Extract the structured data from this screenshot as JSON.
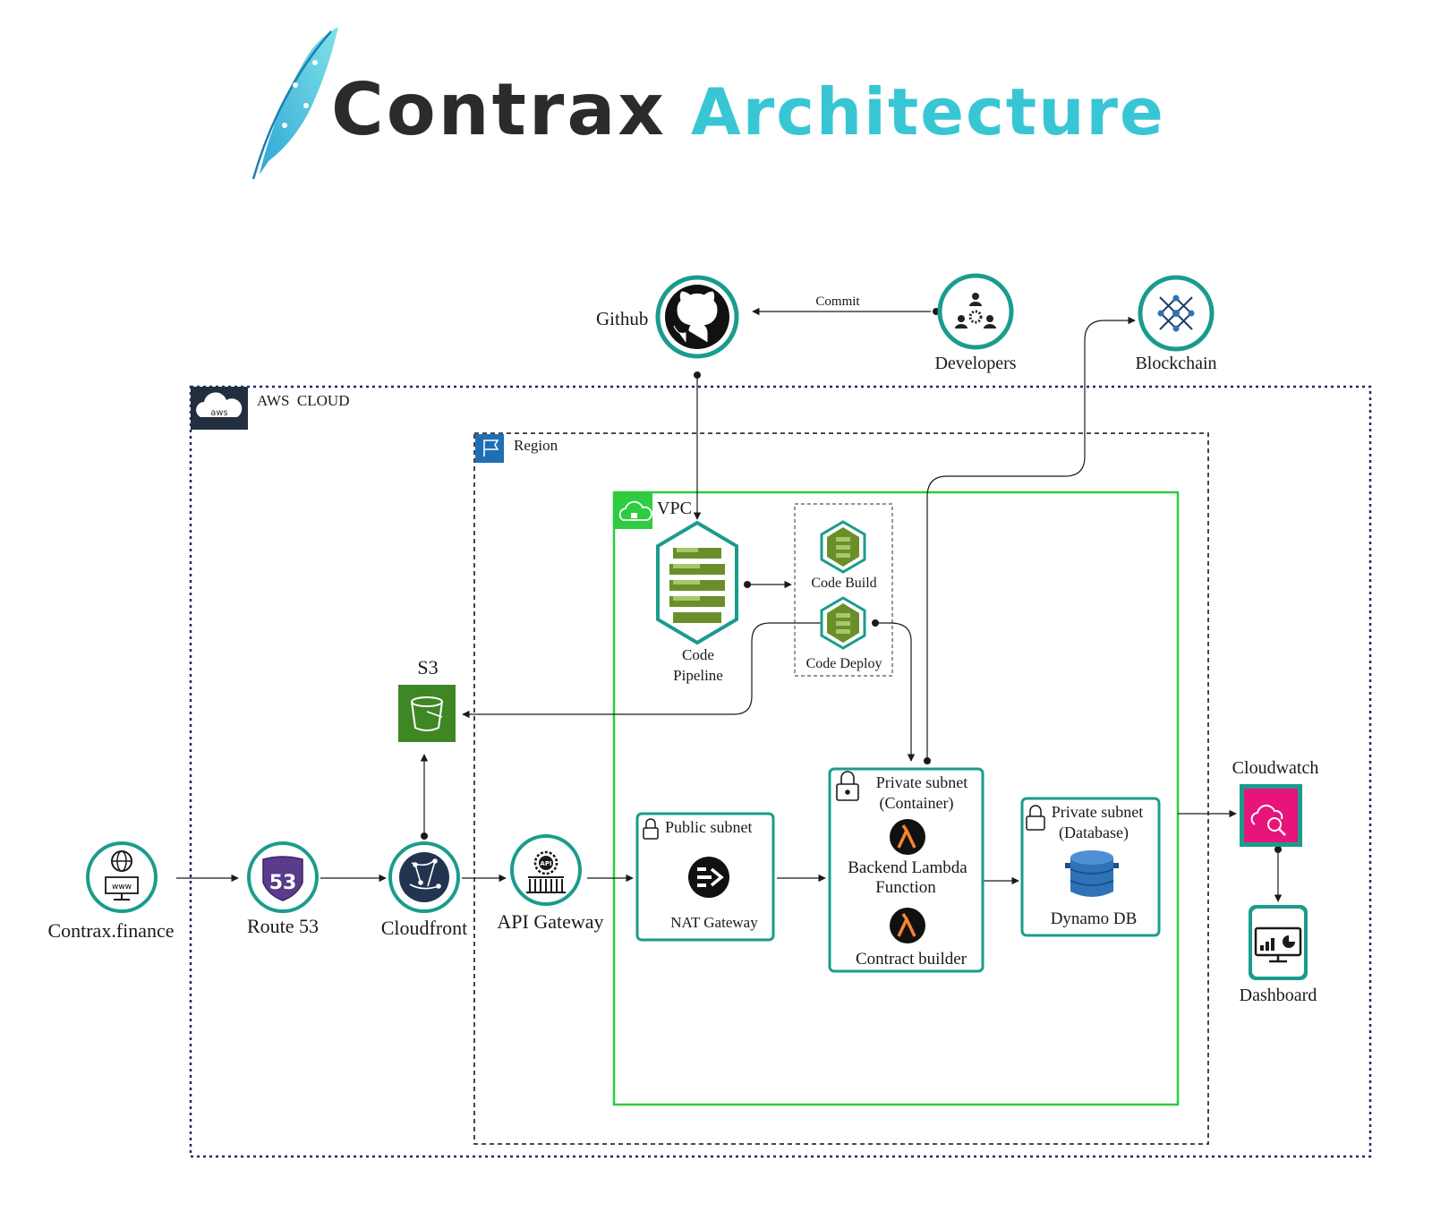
{
  "title": {
    "brand": "Contrax",
    "suffix": "Architecture"
  },
  "colors": {
    "accent": "#38c6d4",
    "brand_dark": "#2b2b2b",
    "icon_ring": "#1a9c8c",
    "vpc_green": "#2ecc40",
    "aws_navy": "#1f2a6b",
    "s3_green": "#3f8624",
    "cloudwatch_pink": "#e7157b",
    "region_blue": "#1f6fb5"
  },
  "labels": {
    "aws_cloud": "AWS  CLOUD",
    "region": "Region",
    "vpc": "VPC",
    "github": "Github",
    "developers": "Developers",
    "blockchain": "Blockchain",
    "commit": "Commit",
    "code_pipeline_1": "Code",
    "code_pipeline_2": "Pipeline",
    "code_build": "Code Build",
    "code_deploy": "Code Deploy",
    "s3": "S3",
    "contrax_finance": "Contrax.finance",
    "route53": "Route 53",
    "cloudfront": "Cloudfront",
    "api_gateway": "API Gateway",
    "public_subnet": "Public subnet",
    "nat_gateway": "NAT Gateway",
    "private_container_1": "Private subnet",
    "private_container_2": "(Container)",
    "backend_lambda_1": "Backend Lambda",
    "backend_lambda_2": "Function",
    "contract_builder": "Contract builder",
    "private_db_1": "Private subnet",
    "private_db_2": "(Database)",
    "dynamo_db": "Dynamo DB",
    "cloudwatch": "Cloudwatch",
    "dashboard": "Dashboard",
    "route53_badge": "53",
    "aws_logo": "aws",
    "api_badge": "API",
    "www_badge": "www"
  },
  "icons": [
    "feather-logo-icon",
    "github-icon",
    "developers-icon",
    "blockchain-icon",
    "aws-cloud-icon",
    "region-flag-icon",
    "vpc-cloud-icon",
    "code-pipeline-icon",
    "code-build-icon",
    "code-deploy-icon",
    "s3-bucket-icon",
    "website-icon",
    "route53-icon",
    "cloudfront-icon",
    "api-gateway-icon",
    "lock-icon",
    "nat-gateway-icon",
    "lambda-icon",
    "dynamodb-icon",
    "cloudwatch-icon",
    "dashboard-icon"
  ]
}
